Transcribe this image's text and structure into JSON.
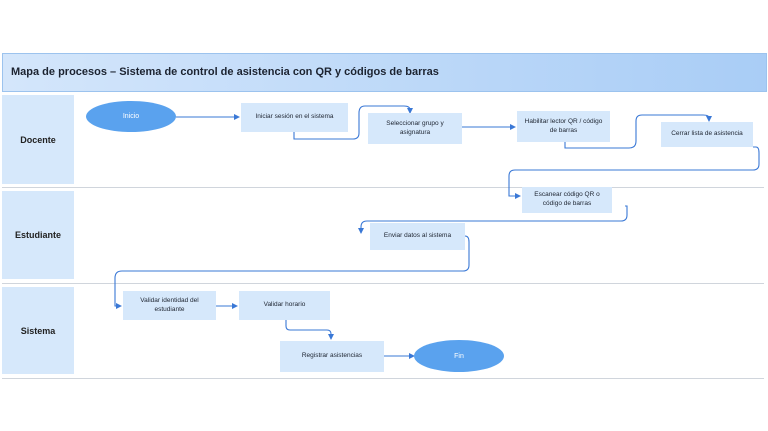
{
  "diagram": {
    "title": "Mapa de procesos – Sistema de control de asistencia con QR y códigos de barras",
    "lanes": {
      "docente": "Docente",
      "estudiante": "Estudiante",
      "sistema": "Sistema"
    },
    "nodes": {
      "inicio": "Inicio",
      "iniciar_sesion": "Iniciar sesión en el sistema",
      "seleccionar_grupo": "Seleccionar grupo y asignatura",
      "habilitar_lector": "Habilitar lector QR / código de barras",
      "cerrar_lista": "Cerrar lista de asistencia",
      "escanear_codigo": "Escanear código QR o código de barras",
      "enviar_datos": "Enviar datos al sistema",
      "validar_identidad": "Validar identidad del estudiante",
      "validar_horario": "Validar horario",
      "registrar_asistencias": "Registrar asistencias",
      "fin": "Fin"
    },
    "colors": {
      "lane_header": "#d6e8fb",
      "process_box": "#d6e8fb",
      "terminal": "#5aa2ee",
      "connector": "#3a78d6",
      "title_gradient_start": "#d4e6fb",
      "title_gradient_end": "#a9cdf6"
    }
  }
}
